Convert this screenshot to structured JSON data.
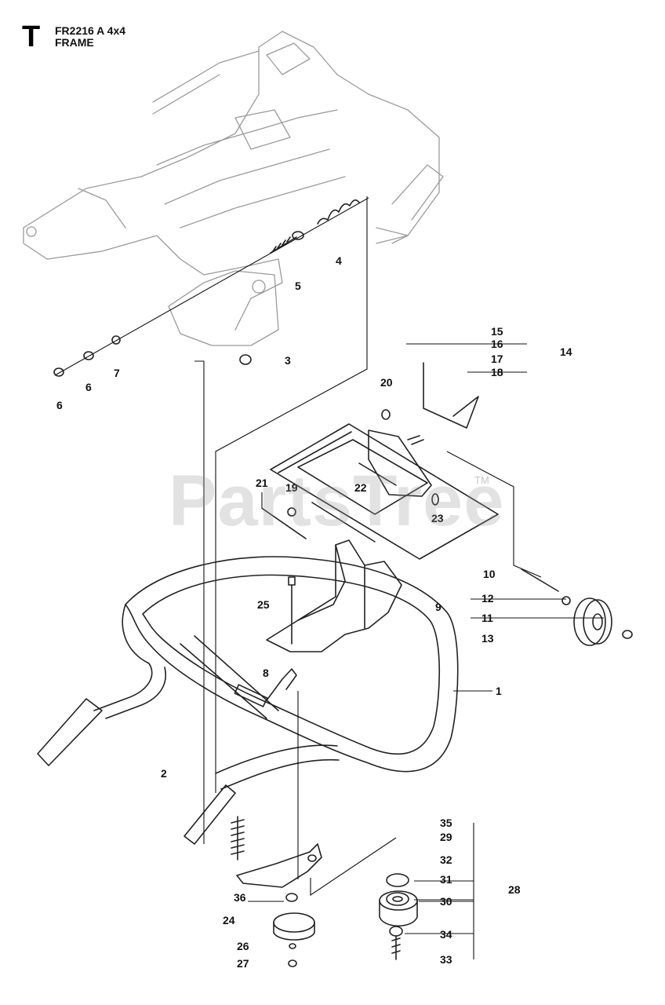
{
  "header": {
    "section_letter": "T",
    "model": "FR2216 A 4x4",
    "group": "FRAME"
  },
  "watermark": {
    "text": "PartsTree",
    "trademark": "TM"
  },
  "callouts": [
    "1",
    "2",
    "3",
    "4",
    "5",
    "6",
    "6",
    "7",
    "8",
    "9",
    "10",
    "11",
    "12",
    "13",
    "14",
    "15",
    "16",
    "17",
    "18",
    "19",
    "20",
    "21",
    "22",
    "23",
    "24",
    "25",
    "26",
    "27",
    "28",
    "29",
    "30",
    "31",
    "32",
    "33",
    "34",
    "35",
    "36"
  ]
}
